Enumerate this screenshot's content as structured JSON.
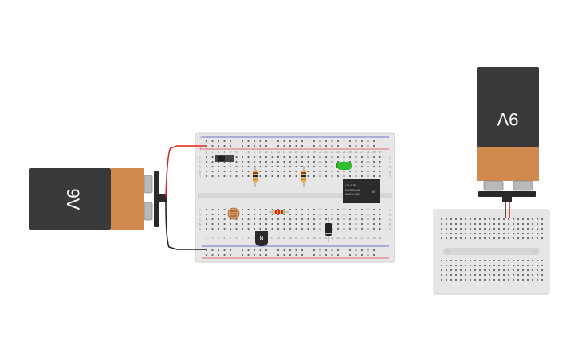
{
  "battery_left": {
    "label": "9V"
  },
  "battery_right": {
    "label": "9V"
  },
  "transistor": {
    "label": "N"
  },
  "relay": {
    "label_top": "LU-5-R",
    "label_line1": "5A/125V AC",
    "label_line2": "3A/24V DC",
    "label_line3": "5V"
  },
  "breadboard": {
    "row_letters_top": [
      "j",
      "i",
      "h",
      "g",
      "f"
    ],
    "row_letters_bottom": [
      "e",
      "d",
      "c",
      "b",
      "a"
    ],
    "rail_plus": "+",
    "rail_minus": "−",
    "column_numbers": [
      "1",
      "2",
      "3",
      "4",
      "5",
      "6",
      "7",
      "8",
      "9",
      "10",
      "11",
      "12",
      "13",
      "14",
      "15",
      "16",
      "17",
      "18",
      "19",
      "20",
      "21",
      "22",
      "23",
      "24",
      "25",
      "26",
      "27",
      "28",
      "29",
      "30"
    ]
  },
  "colors": {
    "battery_black": "#3a3a3a",
    "battery_copper": "#d08a4e",
    "wire_red": "#e02020",
    "wire_black": "#222222",
    "breadboard": "#e8e8e8",
    "led_green": "#2fbf2f",
    "rail_red": "#e04040",
    "rail_blue": "#4050c0"
  }
}
